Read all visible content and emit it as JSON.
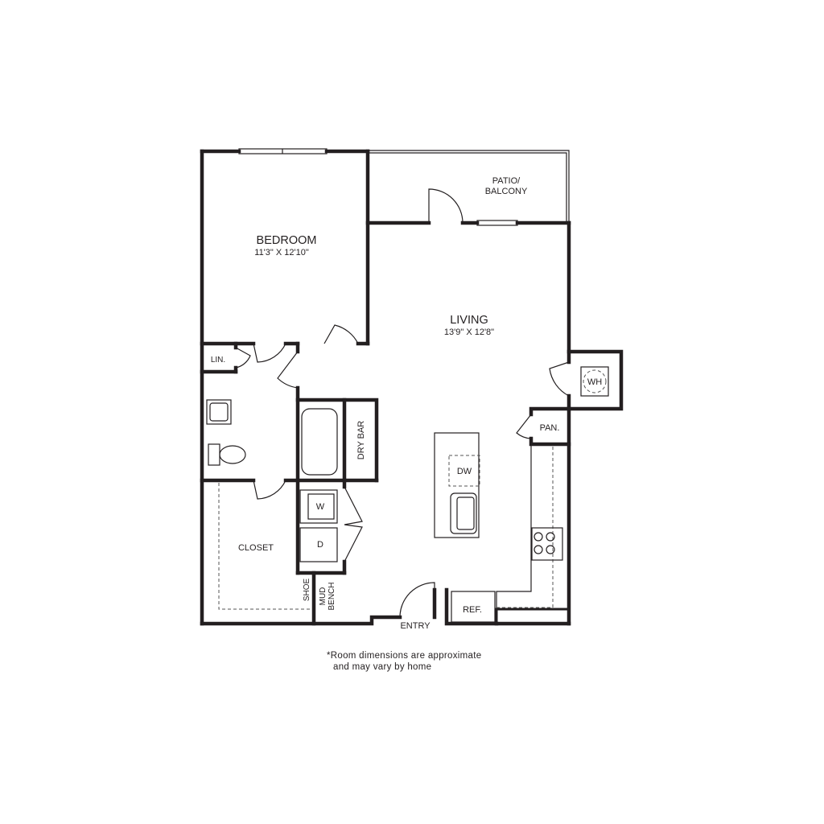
{
  "rooms": {
    "bedroom": {
      "name": "BEDROOM",
      "dims": "11'3\" X 12'10\""
    },
    "living": {
      "name": "LIVING",
      "dims": "13'9\" X 12'8\""
    },
    "patio_line1": "PATIO/",
    "patio_line2": "BALCONY",
    "linen": "LIN.",
    "closet": "CLOSET",
    "dry_bar": "DRY BAR",
    "pantry": "PAN.",
    "water_heater": "WH",
    "dishwasher": "DW",
    "washer": "W",
    "dryer": "D",
    "refrigerator": "REF.",
    "shoe": "SHOE",
    "mud": "MUD",
    "bench": "BENCH",
    "entry": "ENTRY"
  },
  "note": {
    "line1": "*Room dimensions are approximate",
    "line2": "and may vary by home"
  }
}
